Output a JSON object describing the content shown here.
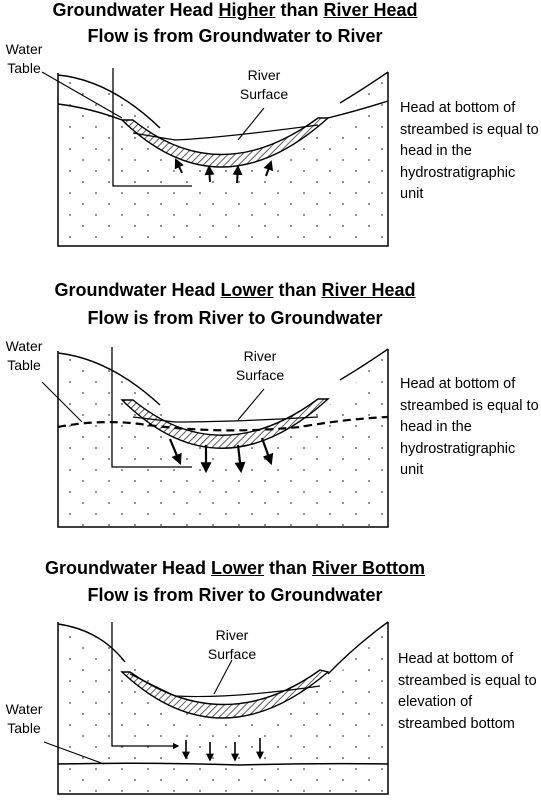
{
  "panels": [
    {
      "title_line1": {
        "a": "Groundwater Head ",
        "b": "Higher",
        "c": " than ",
        "d": "River Head"
      },
      "title_line2": "Flow is from Groundwater to River",
      "water_table_label": "Water\nTable",
      "river_surface_label": "River\nSurface",
      "description": "Head at bottom of streambed is equal to head in the hydrostratigraphic unit"
    },
    {
      "title_line1": {
        "a": "Groundwater Head ",
        "b": "Lower",
        "c": " than ",
        "d": "River Head"
      },
      "title_line2": "Flow is from River to Groundwater",
      "water_table_label": "Water\nTable",
      "river_surface_label": "River\nSurface",
      "description": "Head at bottom of streambed is equal to head in the hydrostratigraphic unit"
    },
    {
      "title_line1": {
        "a": "Groundwater Head ",
        "b": "Lower",
        "c": " than ",
        "d": "River Bottom"
      },
      "title_line2": "Flow is from River to Groundwater",
      "water_table_label": "Water\nTable",
      "river_surface_label": "River\nSurface",
      "description": "Head at bottom of streambed is equal to elevation of streambed  bottom"
    }
  ]
}
